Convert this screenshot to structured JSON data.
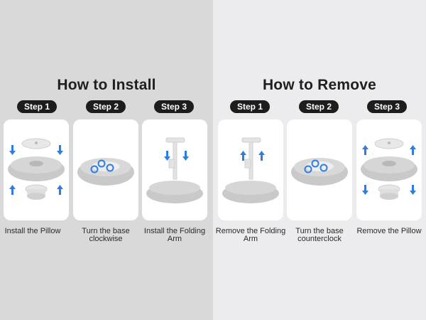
{
  "install": {
    "title": "How to Install",
    "steps": [
      {
        "label": "Step 1",
        "caption": "Install the Pillow"
      },
      {
        "label": "Step 2",
        "caption": "Turn the base clockwise"
      },
      {
        "label": "Step 3",
        "caption": "Install the Folding Arm"
      }
    ]
  },
  "remove": {
    "title": "How to Remove",
    "steps": [
      {
        "label": "Step 1",
        "caption": "Remove the Folding Arm"
      },
      {
        "label": "Step 2",
        "caption": "Turn the base counterclock"
      },
      {
        "label": "Step 3",
        "caption": "Remove the Pillow"
      }
    ]
  },
  "colors": {
    "accent_arrow": "#2f7de1",
    "pill": "#1d1d1d",
    "pillow": "#c8c8c8"
  }
}
